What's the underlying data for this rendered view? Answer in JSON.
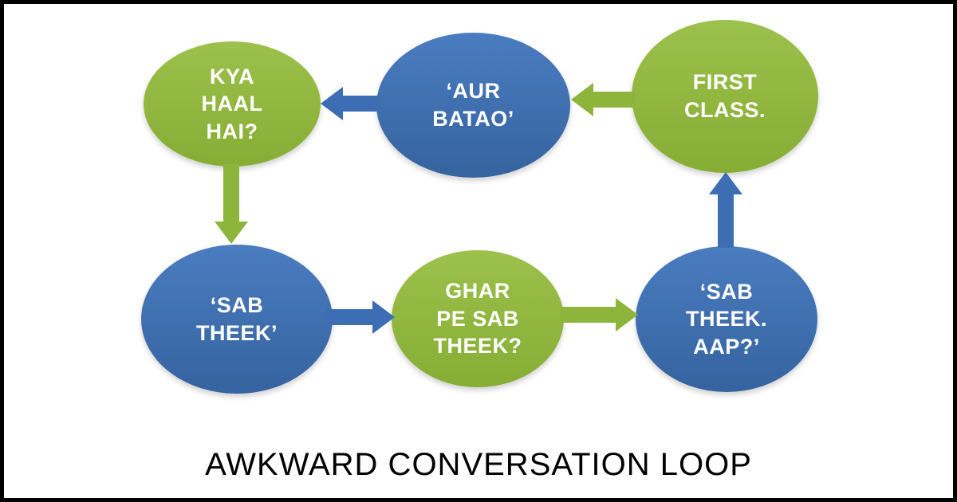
{
  "title": "AWKWARD CONVERSATION LOOP",
  "colors": {
    "green": "#8db53c",
    "blue": "#3d6eb4",
    "node_text": "#ffffff",
    "title_text": "#000000",
    "background": "#ffffff",
    "border": "#000000"
  },
  "diagram": {
    "nodes": [
      {
        "id": "kya-haal-hai",
        "color": "green",
        "label": "KYA\nHAAL\nHAI?"
      },
      {
        "id": "aur-batao",
        "color": "blue",
        "label": "‘AUR\nBATAO’"
      },
      {
        "id": "first-class",
        "color": "green",
        "label": "FIRST\nCLASS."
      },
      {
        "id": "sab-theek",
        "color": "blue",
        "label": "‘SAB\nTHEEK’"
      },
      {
        "id": "ghar-pe-sab-theek",
        "color": "green",
        "label": "GHAR\nPE SAB\nTHEEK?"
      },
      {
        "id": "sab-theek-aap",
        "color": "blue",
        "label": "‘SAB\nTHEEK.\nAAP?’"
      }
    ],
    "arrows": [
      {
        "from": "kya-haal-hai",
        "to": "sab-theek",
        "direction": "down",
        "color": "green"
      },
      {
        "from": "sab-theek",
        "to": "ghar-pe-sab-theek",
        "direction": "right",
        "color": "blue"
      },
      {
        "from": "ghar-pe-sab-theek",
        "to": "sab-theek-aap",
        "direction": "right",
        "color": "green"
      },
      {
        "from": "sab-theek-aap",
        "to": "first-class",
        "direction": "up",
        "color": "blue"
      },
      {
        "from": "first-class",
        "to": "aur-batao",
        "direction": "left",
        "color": "green"
      },
      {
        "from": "aur-batao",
        "to": "kya-haal-hai",
        "direction": "left",
        "color": "blue"
      }
    ]
  }
}
